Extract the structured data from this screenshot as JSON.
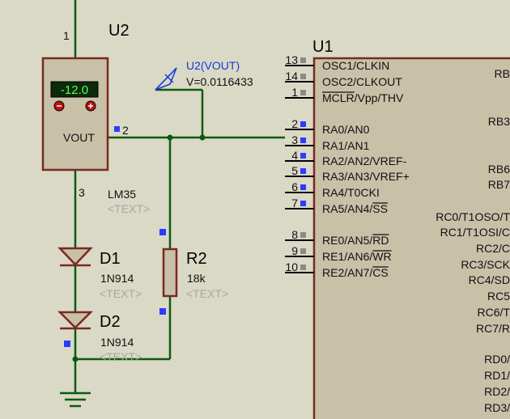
{
  "u2": {
    "designator": "U2",
    "pin_top": "1",
    "pin_out": "2",
    "pin_bottom": "3",
    "display": "-12.0",
    "pin_label": "VOUT",
    "part": "LM35",
    "placeholder": "<TEXT>"
  },
  "probe": {
    "title": "U2(VOUT)",
    "value": "V=0.0116433"
  },
  "r2": {
    "designator": "R2",
    "value": "18k",
    "placeholder": "<TEXT>"
  },
  "d1": {
    "designator": "D1",
    "part": "1N914",
    "placeholder": "<TEXT>"
  },
  "d2": {
    "designator": "D2",
    "part": "1N914",
    "placeholder": "<TEXT>"
  },
  "u1": {
    "designator": "U1",
    "left_pins": [
      {
        "num": "13",
        "name": "OSC1/CLKIN",
        "bar": ""
      },
      {
        "num": "14",
        "name": "OSC2/CLKOUT",
        "bar": ""
      },
      {
        "num": "1",
        "name": "MCLR/Vpp/THV",
        "bar": "MCLR"
      },
      {
        "num": "2",
        "name": "RA0/AN0",
        "bar": ""
      },
      {
        "num": "3",
        "name": "RA1/AN1",
        "bar": ""
      },
      {
        "num": "4",
        "name": "RA2/AN2/VREF-",
        "bar": ""
      },
      {
        "num": "5",
        "name": "RA3/AN3/VREF+",
        "bar": ""
      },
      {
        "num": "6",
        "name": "RA4/T0CKI",
        "bar": ""
      },
      {
        "num": "7",
        "name": "RA5/AN4/SS",
        "bar": "SS"
      },
      {
        "num": "8",
        "name": "RE0/AN5/RD",
        "bar": "RD"
      },
      {
        "num": "9",
        "name": "RE1/AN6/WR",
        "bar": "WR"
      },
      {
        "num": "10",
        "name": "RE2/AN7/CS",
        "bar": "CS"
      }
    ],
    "right_pins": [
      "RB",
      "RB3",
      "RB6",
      "RB7",
      "RC0/T1OSO/T",
      "RC1/T1OSI/C",
      "RC2/C",
      "RC3/SCK",
      "RC4/SD",
      "RC5",
      "RC6/T",
      "RC7/R",
      "RD0/",
      "RD1/",
      "RD2/",
      "RD3/"
    ]
  }
}
